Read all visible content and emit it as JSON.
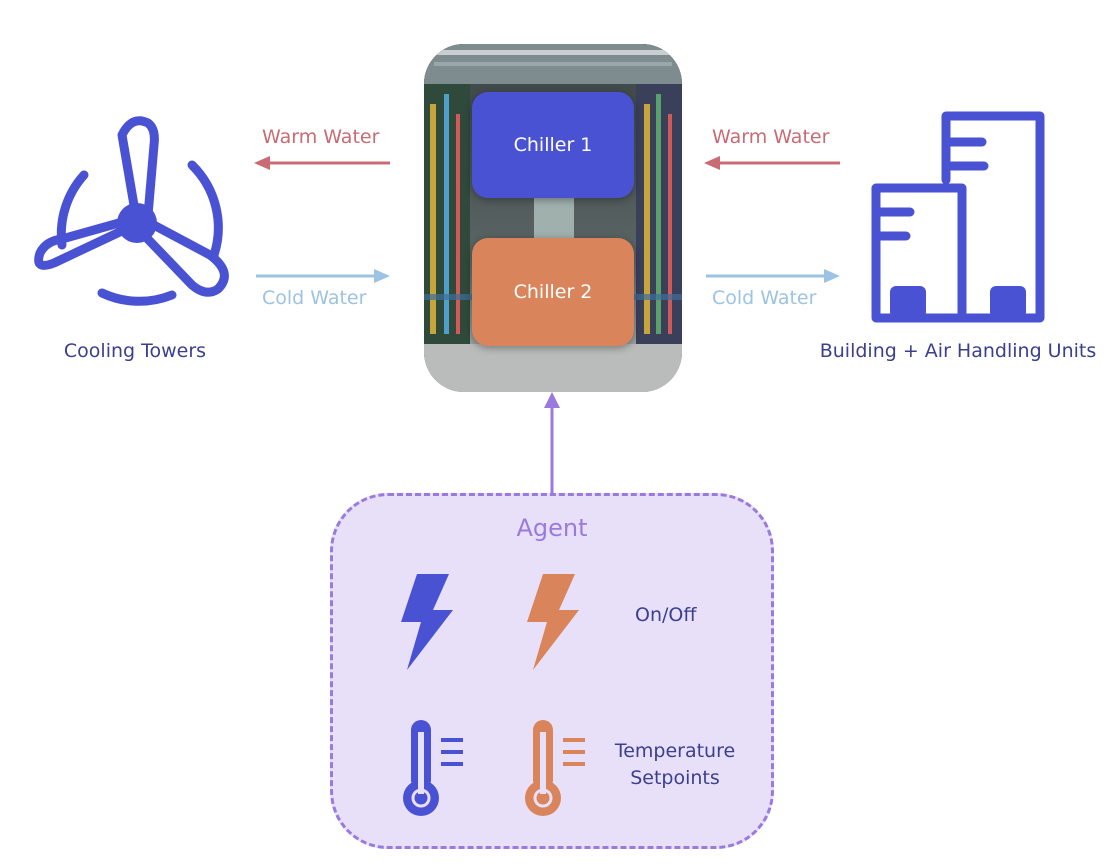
{
  "cooling_towers": {
    "label": "Cooling Towers",
    "icon": "fan-icon",
    "color": "#4a52d4"
  },
  "building": {
    "label": "Building + Air Handling Units",
    "icon": "building-icon",
    "color": "#4a52d4"
  },
  "flows": {
    "left_warm": "Warm Water",
    "left_cold": "Cold Water",
    "right_warm": "Warm Water",
    "right_cold": "Cold Water",
    "warm_color": "#c96b73",
    "cold_color": "#9cc3e3"
  },
  "chillers": [
    {
      "label": "Chiller 1",
      "color": "#4a52d4"
    },
    {
      "label": "Chiller 2",
      "color": "#d9845a"
    }
  ],
  "agent": {
    "title": "Agent",
    "color": "#9b7ae0",
    "background": "#e8e0f9",
    "on_off_label": "On/Off",
    "setpoints_label_line1": "Temperature",
    "setpoints_label_line2": "Setpoints",
    "icons": [
      "bolt-icon",
      "bolt-icon",
      "thermometer-icon",
      "thermometer-icon"
    ]
  }
}
